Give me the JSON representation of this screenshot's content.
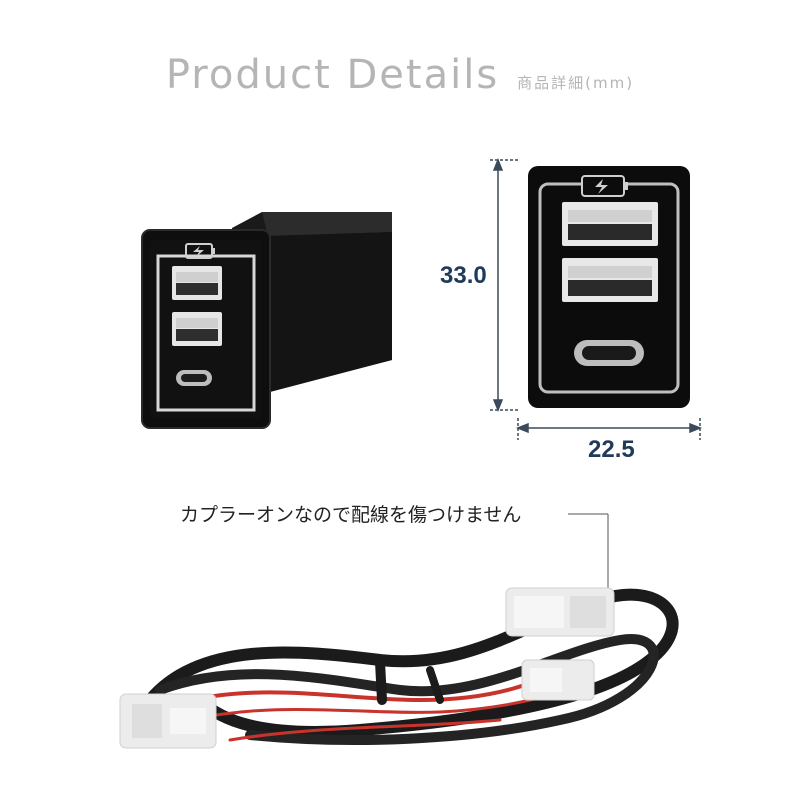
{
  "header": {
    "title": "Product Details",
    "subtitle": "商品詳細(mm)"
  },
  "dimensions": {
    "height": "33.0",
    "width": "22.5"
  },
  "callout": {
    "text": "カプラーオンなので配線を傷つけません"
  },
  "colors": {
    "title_gray": "#b5b5b5",
    "dimension_blue": "#203a5a",
    "led_ring": "#d8d8d8",
    "harness_red": "#c8342c"
  }
}
